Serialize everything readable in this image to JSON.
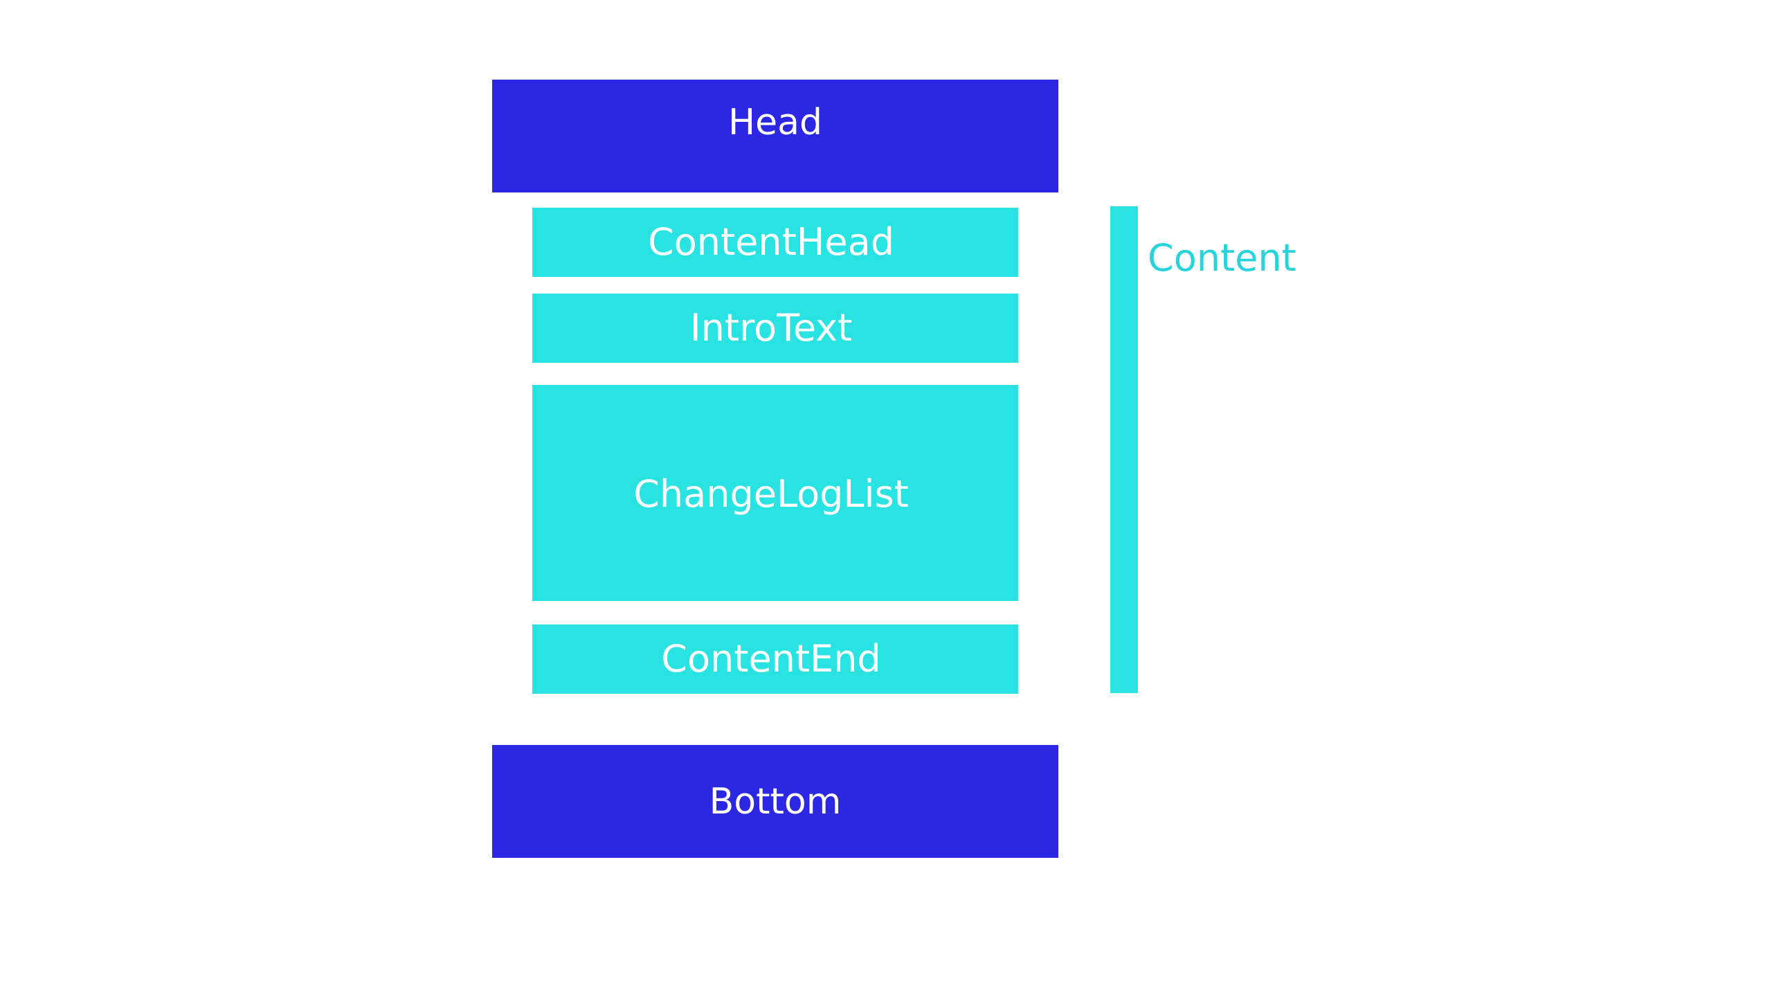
{
  "diagram": {
    "head": "Head",
    "content_sections": {
      "content_head": "ContentHead",
      "intro_text": "IntroText",
      "changelog_list": "ChangeLogList",
      "content_end": "ContentEnd"
    },
    "content_group_label": "Content",
    "bottom": "Bottom"
  },
  "colors": {
    "primary_block": "#2c27e2",
    "content_block": "#29e2e2",
    "content_label": "#29d3db",
    "block_text": "#ffffff",
    "background": "#ffffff"
  }
}
